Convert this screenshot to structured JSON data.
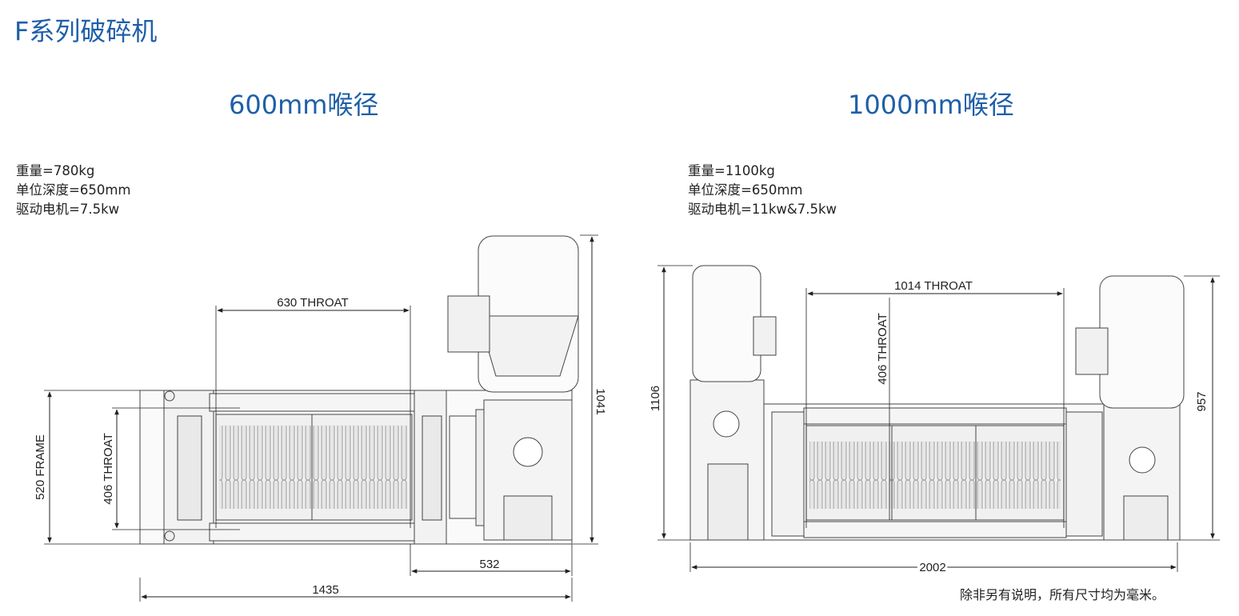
{
  "page_title": "F系列破碎机",
  "footnote": "除非另有说明，所有尺寸均为毫米。",
  "machines": [
    {
      "title": "600mm喉径",
      "specs": [
        "重量=780kg",
        "单位深度=650mm",
        "驱动电机=7.5kw"
      ],
      "dims": {
        "throat_width": "630 THROAT",
        "throat_height": "406 THROAT",
        "frame_height": "520 FRAME",
        "overall_height": "1041",
        "motor_width": "532",
        "overall_length": "1435"
      }
    },
    {
      "title": "1000mm喉径",
      "specs": [
        "重量=1100kg",
        "单位深度=650mm",
        "驱动电机=11kw&7.5kw"
      ],
      "dims": {
        "throat_width": "1014 THROAT",
        "throat_height": "406 THROAT",
        "left_height": "1106",
        "right_height": "957",
        "overall_length": "2002"
      }
    }
  ]
}
